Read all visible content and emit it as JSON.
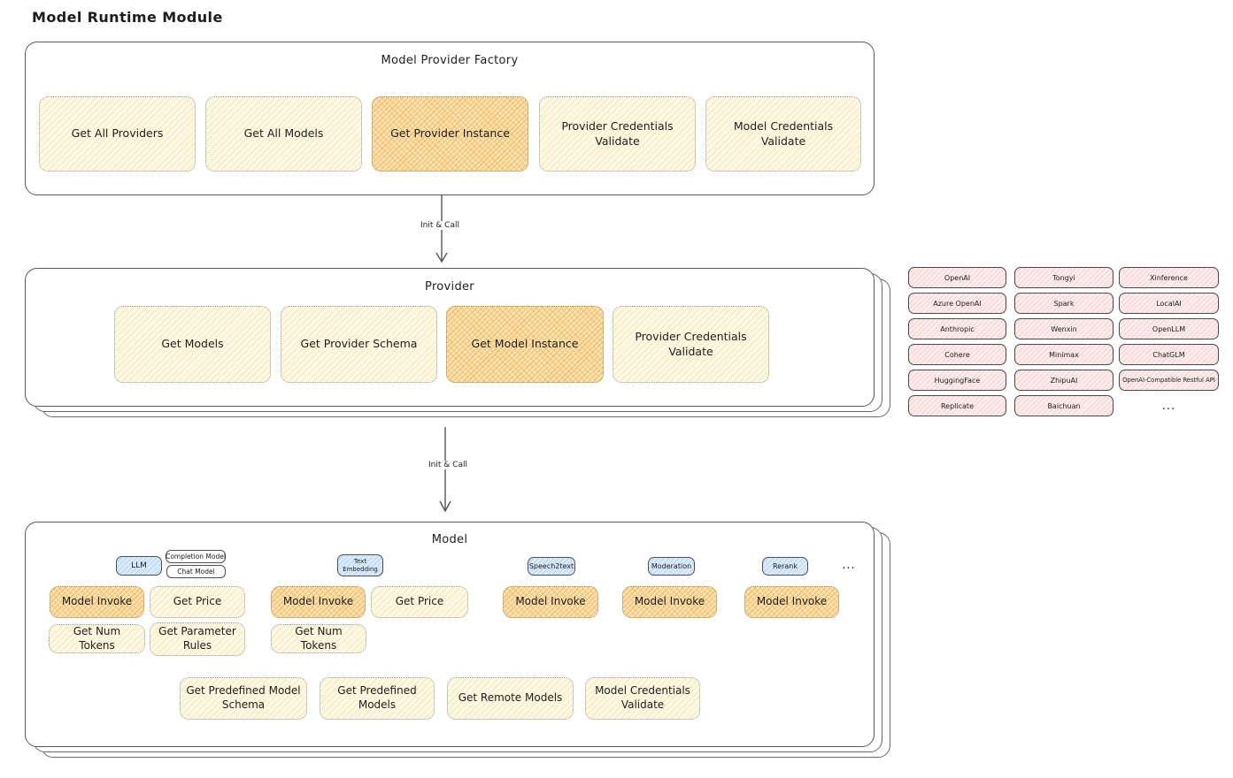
{
  "page_title": "Model Runtime Module",
  "colors": {
    "light_button_fill": "#fdf8e3",
    "highlight_button_fill": "#f9e2b4",
    "provider_chip_fill": "#fcecec",
    "model_type_tab_fill": "#d9ebfa",
    "box_border": "#5a5a5a",
    "text": "#1d1d1d"
  },
  "arrows": {
    "factory_to_provider": "Init & Call",
    "provider_to_model": "Init & Call"
  },
  "factory": {
    "title": "Model Provider Factory",
    "buttons": [
      {
        "label": "Get All Providers",
        "emphasized": false
      },
      {
        "label": "Get All Models",
        "emphasized": false
      },
      {
        "label": "Get Provider Instance",
        "emphasized": true
      },
      {
        "label": "Provider Credentials Validate",
        "emphasized": false
      },
      {
        "label": "Model Credentials Validate",
        "emphasized": false
      }
    ]
  },
  "provider": {
    "title": "Provider",
    "buttons": [
      {
        "label": "Get Models",
        "emphasized": false
      },
      {
        "label": "Get Provider Schema",
        "emphasized": false
      },
      {
        "label": "Get Model Instance",
        "emphasized": true
      },
      {
        "label": "Provider Credentials Validate",
        "emphasized": false
      }
    ]
  },
  "model": {
    "title": "Model",
    "groups": [
      {
        "tab": "LLM",
        "subtabs": [
          "Completion Model",
          "Chat Model"
        ],
        "buttons": [
          {
            "label": "Model Invoke",
            "emphasized": true
          },
          {
            "label": "Get Price",
            "emphasized": false
          },
          {
            "label": "Get Num Tokens",
            "emphasized": false
          },
          {
            "label": "Get Parameter Rules",
            "emphasized": false
          }
        ]
      },
      {
        "tab": "Text Embedding",
        "buttons": [
          {
            "label": "Model Invoke",
            "emphasized": true
          },
          {
            "label": "Get Price",
            "emphasized": false
          },
          {
            "label": "Get Num Tokens",
            "emphasized": false
          }
        ]
      },
      {
        "tab": "Speech2text",
        "buttons": [
          {
            "label": "Model Invoke",
            "emphasized": true
          }
        ]
      },
      {
        "tab": "Moderation",
        "buttons": [
          {
            "label": "Model Invoke",
            "emphasized": true
          }
        ]
      },
      {
        "tab": "Rerank",
        "buttons": [
          {
            "label": "Model Invoke",
            "emphasized": true
          }
        ]
      }
    ],
    "more": "...",
    "shared_buttons": [
      {
        "label": "Get Predefined Model Schema"
      },
      {
        "label": "Get Predefined Models"
      },
      {
        "label": "Get Remote Models"
      },
      {
        "label": "Model Credentials Validate"
      }
    ]
  },
  "providers_grid": {
    "col1": [
      "OpenAI",
      "Azure OpenAI",
      "Anthropic",
      "Cohere",
      "HuggingFace",
      "Replicate"
    ],
    "col2": [
      "Tongyi",
      "Spark",
      "Wenxin",
      "Minimax",
      "ZhipuAI",
      "Baichuan"
    ],
    "col3": [
      "Xinference",
      "LocalAI",
      "OpenLLM",
      "ChatGLM",
      "OpenAI-Compatible Restful API"
    ],
    "more": "..."
  }
}
